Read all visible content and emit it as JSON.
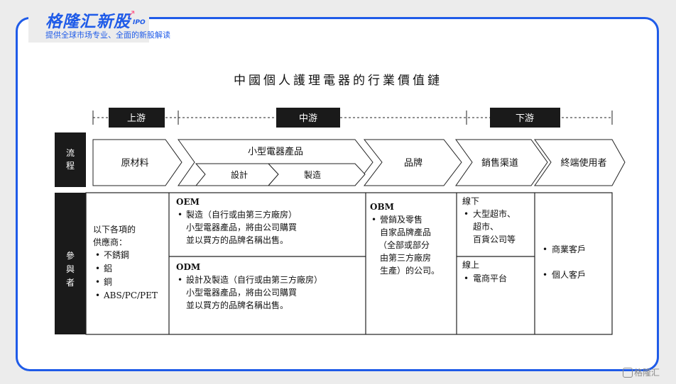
{
  "brand": {
    "logo": "格隆汇新股",
    "logo_suffix": "IPO",
    "tagline": "提供全球市场专业、全面的新股解读",
    "watermark": "格隆汇"
  },
  "diagram": {
    "title": "中國個人護理電器的行業價值鏈",
    "stages": {
      "upstream": "上游",
      "midstream": "中游",
      "downstream": "下游"
    },
    "row_labels": {
      "process": "流程",
      "participants": "參與者"
    },
    "process": {
      "raw_materials": "原材料",
      "small_appliances": "小型電器產品",
      "design": "設計",
      "manufacturing": "製造",
      "brand": "品牌",
      "sales_channels": "銷售渠道",
      "end_users": "終端使用者"
    },
    "suppliers": {
      "heading_1": "以下各項的",
      "heading_2": "供應商：",
      "items": [
        "不銹鋼",
        "鋁",
        "銅",
        "ABS/PC/PET"
      ]
    },
    "oem": {
      "title": "OEM",
      "line1": "製造（自行或由第三方廠房）",
      "line2": "小型電器產品，將由公司購買",
      "line3": "並以買方的品牌名稱出售。"
    },
    "odm": {
      "title": "ODM",
      "line1": "設計及製造（自行或由第三方廠房）",
      "line2": "小型電器產品，將由公司購買",
      "line3": "並以買方的品牌名稱出售。"
    },
    "obm": {
      "title": "OBM",
      "lines": [
        "營銷及零售",
        "自家品牌產品",
        "（全部或部分",
        "由第三方廠房",
        "生產）的公司。"
      ]
    },
    "offline": {
      "title": "線下",
      "lines": [
        "大型超市、",
        "超市、",
        "百貨公司等"
      ]
    },
    "online": {
      "title": "線上",
      "item": "電商平台"
    },
    "customers": {
      "items": [
        "商業客戶",
        "個人客戶"
      ]
    }
  }
}
